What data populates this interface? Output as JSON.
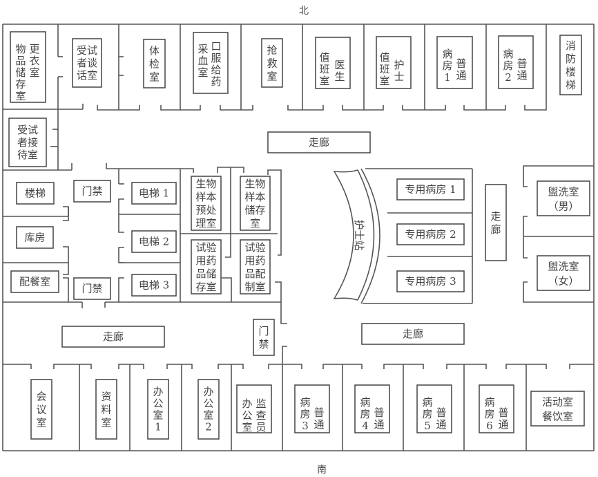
{
  "compass": {
    "north": "北",
    "south": "南"
  },
  "rooms": {
    "storage_changing": {
      "col1": [
        "物",
        "品",
        "储",
        "存",
        "室"
      ],
      "col2": [
        "更",
        "衣",
        "室"
      ]
    },
    "interview": {
      "lines": [
        "受试",
        "者谈",
        "话室"
      ]
    },
    "physical_exam": {
      "lines": [
        "体",
        "检",
        "室"
      ]
    },
    "blood_oral": {
      "col1": [
        "采",
        "血",
        "室"
      ],
      "col2": [
        "口",
        "服",
        "给",
        "药"
      ]
    },
    "emergency": {
      "lines": [
        "抢",
        "救",
        "室"
      ]
    },
    "doctor_duty": {
      "col1": [
        "值",
        "班",
        "室"
      ],
      "col2": [
        "医",
        "生"
      ]
    },
    "nurse_duty": {
      "col1": [
        "值",
        "班",
        "室"
      ],
      "col2": [
        "护",
        "士"
      ]
    },
    "ward1": {
      "col1": [
        "病",
        "房",
        "1"
      ],
      "col2": [
        "普",
        "通"
      ]
    },
    "ward2": {
      "col1": [
        "病",
        "房",
        "2"
      ],
      "col2": [
        "普",
        "通"
      ]
    },
    "fire_stairs": {
      "lines": [
        "消",
        "防",
        "楼",
        "梯"
      ]
    },
    "reception": {
      "lines": [
        "受试",
        "者接",
        "待室"
      ]
    },
    "corridor_north": {
      "label": "走廊"
    },
    "stairs": {
      "label": "楼梯"
    },
    "access_gate_1": {
      "label": "门禁"
    },
    "elevator1": {
      "label": "电梯 1"
    },
    "elevator2": {
      "label": "电梯 2"
    },
    "elevator3": {
      "label": "电梯 3"
    },
    "bio_preprocess": {
      "lines": [
        "生物",
        "样本",
        "预处",
        "理室"
      ]
    },
    "bio_storage": {
      "lines": [
        "生物",
        "样本",
        "储存",
        "室"
      ]
    },
    "drug_storage": {
      "lines": [
        "试验",
        "用药",
        "品储",
        "存室"
      ]
    },
    "drug_prep": {
      "lines": [
        "试验",
        "用药",
        "品配",
        "制室"
      ]
    },
    "warehouse": {
      "label": "库房"
    },
    "pantry": {
      "label": "配餐室"
    },
    "access_gate_2": {
      "label": "门禁"
    },
    "nurse_station": {
      "label": "护士站"
    },
    "special_ward1": {
      "label": "专用病房 1"
    },
    "special_ward2": {
      "label": "专用病房 2"
    },
    "special_ward3": {
      "label": "专用病房 3"
    },
    "corridor_east": {
      "lines": [
        "走",
        "廊"
      ]
    },
    "washroom_male": {
      "lines": [
        "盥洗室",
        "（男）"
      ]
    },
    "washroom_female": {
      "lines": [
        "盥洗室",
        "（女）"
      ]
    },
    "corridor_sw": {
      "label": "走廊"
    },
    "access_gate_3": {
      "lines": [
        "门",
        "禁"
      ]
    },
    "corridor_se": {
      "label": "走廊"
    },
    "meeting": {
      "lines": [
        "会",
        "议",
        "室"
      ]
    },
    "archive": {
      "lines": [
        "资",
        "料",
        "室"
      ]
    },
    "office1": {
      "lines": [
        "办",
        "公",
        "室",
        "1"
      ]
    },
    "office2": {
      "lines": [
        "办",
        "公",
        "室",
        "2"
      ]
    },
    "monitor_office": {
      "col1": [
        "办",
        "公",
        "室"
      ],
      "col2": [
        "监",
        "查",
        "员"
      ]
    },
    "ward3": {
      "col1": [
        "病",
        "房",
        "3"
      ],
      "col2": [
        "普",
        "通"
      ]
    },
    "ward4": {
      "col1": [
        "病",
        "房",
        "4"
      ],
      "col2": [
        "普",
        "通"
      ]
    },
    "ward5": {
      "col1": [
        "病",
        "房",
        "5"
      ],
      "col2": [
        "普",
        "通"
      ]
    },
    "ward6": {
      "col1": [
        "病",
        "房",
        "6"
      ],
      "col2": [
        "普",
        "通"
      ]
    },
    "activity_dining": {
      "lines": [
        "活动室",
        "餐饮室"
      ]
    }
  }
}
